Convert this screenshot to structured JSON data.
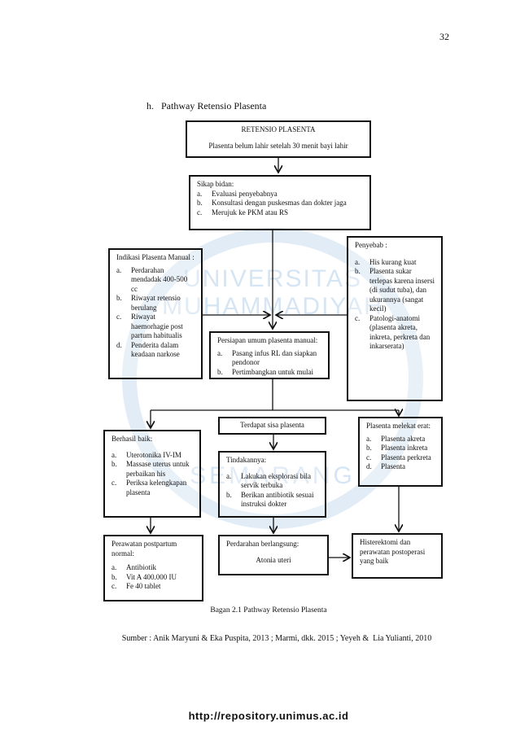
{
  "page_number": "32",
  "heading": "h.   Pathway Retensio Plasenta",
  "watermark": {
    "top": "UNIVERSITAS MUHAMMADIYAH",
    "bottom": "SEMARANG"
  },
  "boxes": {
    "retensio": {
      "title": "RETENSIO PLASENTA",
      "text": "Plasenta belum lahir setelah 30 menit bayi lahir"
    },
    "sikap": {
      "title": "Sikap bidan:",
      "items": [
        {
          "m": "a.",
          "t": "Evaluasi penyebabnya"
        },
        {
          "m": "b.",
          "t": "Konsultasi dengan puskesmas dan dokter jaga"
        },
        {
          "m": "c.",
          "t": "Merujuk ke PKM atau RS"
        }
      ]
    },
    "indikasi": {
      "title": "Indikasi Plasenta Manual :",
      "items": [
        {
          "m": "a.",
          "t": "Perdarahan mendadak 400-500 cc"
        },
        {
          "m": "b.",
          "t": "Riwayat retensio berulang"
        },
        {
          "m": "c.",
          "t": "Riwayat haemorhagie post partum habitualis"
        },
        {
          "m": "d.",
          "t": "Penderita dalam keadaan narkose"
        }
      ]
    },
    "penyebab": {
      "title": "Penyebab :",
      "items": [
        {
          "m": "a.",
          "t": "His kurang kuat"
        },
        {
          "m": "b.",
          "t": "Plasenta sukar terlepas karena insersi (di sudut tuba), dan ukurannya (sangat kecil)"
        },
        {
          "m": "c.",
          "t": "Patologi-anatomi (plasenta akreta, inkreta, perkreta dan inkarserata)"
        }
      ]
    },
    "persiapan": {
      "title": "Persiapan umum plasenta manual:",
      "items": [
        {
          "m": "a.",
          "t": "Pasang infus RL dan siapkan pendonor"
        },
        {
          "m": "b.",
          "t": "Pertimbangkan untuk mulai"
        }
      ]
    },
    "terdapat": {
      "text": "Terdapat sisa plasenta"
    },
    "berhasil": {
      "title": "Berhasil baik:",
      "items": [
        {
          "m": "a.",
          "t": "Uterotonika IV-IM"
        },
        {
          "m": "b.",
          "t": "Massase uterus untuk perbaikan his"
        },
        {
          "m": "c.",
          "t": "Periksa kelengkapan plasenta"
        }
      ]
    },
    "tindakan": {
      "title": "Tindakannya:",
      "items": [
        {
          "m": "a.",
          "t": "Lakukan eksplorasi bila servik terbuka"
        },
        {
          "m": "b.",
          "t": "Berikan antibiotik sesuai instruksi dokter"
        }
      ]
    },
    "melekat": {
      "title": "Plasenta melekat erat:",
      "items": [
        {
          "m": "a.",
          "t": "Plasenta akreta"
        },
        {
          "m": "b.",
          "t": "Plasenta inkreta"
        },
        {
          "m": "c.",
          "t": "Plasenta perkreta"
        },
        {
          "m": "d.",
          "t": "Plasenta"
        }
      ]
    },
    "perawatan": {
      "title": "Perawatan postpartum normal:",
      "items": [
        {
          "m": "a.",
          "t": "Antibiotik"
        },
        {
          "m": "b.",
          "t": "Vit A 400.000 IU"
        },
        {
          "m": "c.",
          "t": "Fe 40 tablet"
        }
      ]
    },
    "perdarahan": {
      "title": "Perdarahan berlangsung:",
      "text": "Atonia uteri"
    },
    "histerektomi": {
      "text": "Histerektomi dan perawatan postoperasi yang baik"
    }
  },
  "caption": "Bagan 2.1 Pathway Retensio Plasenta",
  "source": "Sumber : Anik Maryuni & Eka Puspita, 2013 ; Marmi, dkk. 2015 ; Yeyeh &  Lia Yulianti, 2010",
  "footer": "http://repository.unimus.ac.id"
}
